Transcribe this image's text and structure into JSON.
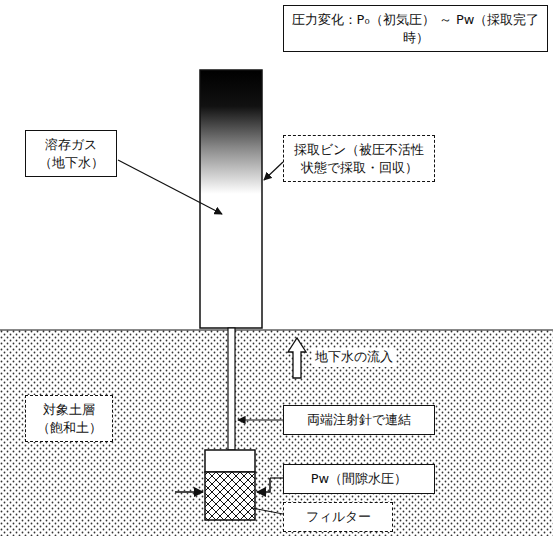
{
  "diagram": {
    "nodes": [
      {
        "text": [
          "圧力変化：P₀（初気圧） ～ Pw（採取完了時）"
        ]
      },
      {
        "text": [
          "溶存ガス （地下水）"
        ]
      },
      {
        "text": [
          "採取ビン（被圧不活性 状態で採取・回収）"
        ]
      },
      {
        "text": [
          "対象土層 （飽和土）"
        ]
      },
      {
        "text": [
          "両端注射針で連結"
        ]
      },
      {
        "text": [
          "Pw（間隙水圧）"
        ]
      },
      {
        "text": [
          "フィルター"
        ]
      }
    ],
    "labels": [
      "地下水の流入"
    ]
  }
}
